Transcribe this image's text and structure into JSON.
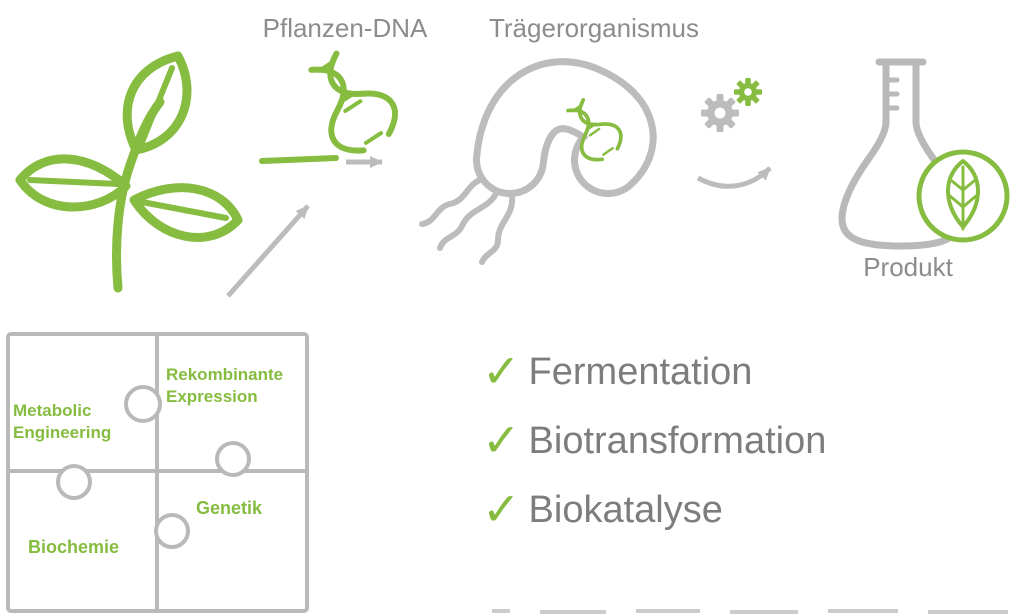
{
  "colors": {
    "green": "#86bc40",
    "icon_gray": "#bcbcbc",
    "text_gray": "#8c8c8c",
    "check_text_gray": "#7d7d7d"
  },
  "labels": {
    "plant_dna": "Pflanzen-DNA",
    "carrier_organism": "Trägerorganismus",
    "product": "Produkt"
  },
  "puzzle": {
    "pieces": [
      "Metabolic Engineering",
      "Rekombinante Expression",
      "Genetik",
      "Biochemie"
    ]
  },
  "checklist": {
    "check_glyph": "✓",
    "items": [
      "Fermentation",
      "Biotransformation",
      "Biokatalyse"
    ]
  },
  "icons": {
    "plant": "plant-leaves-icon",
    "dna": "dna-helix-icon",
    "bacterium": "bacterium-icon",
    "gears": "gears-icon",
    "flask": "erlenmeyer-flask-icon",
    "leaf_badge": "leaf-circle-icon",
    "puzzle": "puzzle-icon"
  }
}
